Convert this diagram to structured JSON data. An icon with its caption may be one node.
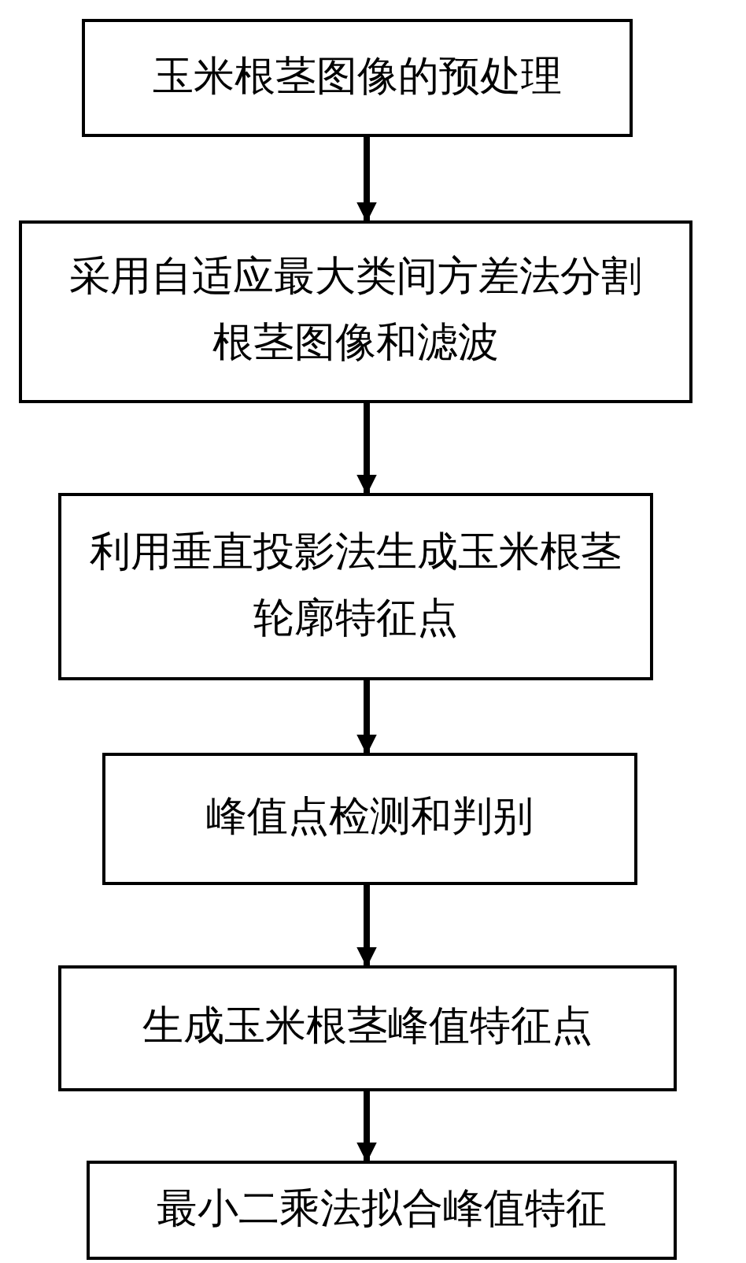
{
  "diagram": {
    "nodes": [
      {
        "text": [
          "玉米根茎图像的预处理"
        ]
      },
      {
        "text": [
          "采用自适应最大类间方差法分割根茎图像和滤波"
        ]
      },
      {
        "text": [
          "利用垂直投影法生成玉米根茎轮廓特征点"
        ]
      },
      {
        "text": [
          "峰值点检测和判别"
        ]
      },
      {
        "text": [
          "生成玉米根茎峰值特征点"
        ]
      },
      {
        "text": [
          "最小二乘法拟合峰值特征"
        ]
      }
    ],
    "edges": [
      {
        "from": 0,
        "to": 1,
        "arrow": "to"
      },
      {
        "from": 1,
        "to": 2,
        "arrow": "to"
      },
      {
        "from": 2,
        "to": 3,
        "arrow": "to"
      },
      {
        "from": 3,
        "to": 4,
        "arrow": "to"
      },
      {
        "from": 4,
        "to": 5,
        "arrow": "to"
      }
    ]
  }
}
